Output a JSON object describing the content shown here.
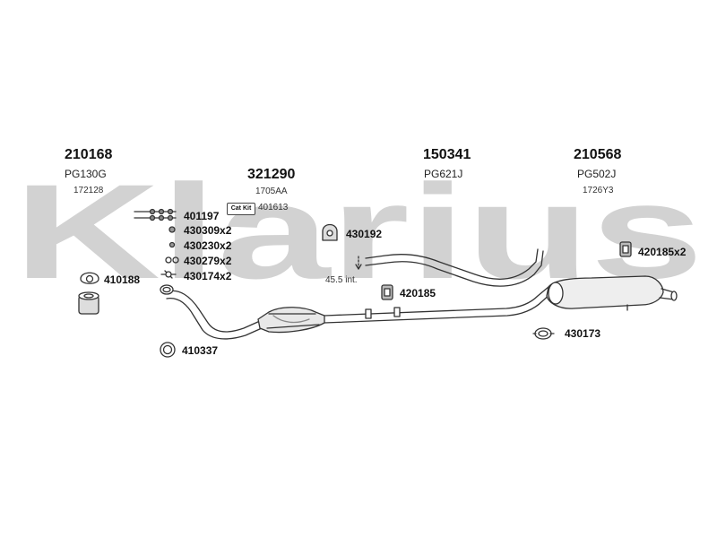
{
  "watermark": {
    "text": "Klarius",
    "color": "#cfcfcf"
  },
  "groups": [
    {
      "id": "front",
      "code": "210168",
      "sub1": "PG130G",
      "sub2": "172128"
    },
    {
      "id": "cat",
      "code": "321290",
      "sub1": "1705AA",
      "sub2": "401613"
    },
    {
      "id": "middle",
      "code": "150341",
      "sub1": "PG621J"
    },
    {
      "id": "rear",
      "code": "210568",
      "sub1": "PG502J",
      "sub2": "1726Y3"
    }
  ],
  "catkit_label": "Cat Kit",
  "parts": {
    "p401197": "401197",
    "p430309": "430309x2",
    "p430230": "430230x2",
    "p430279": "430279x2",
    "p430174": "430174x2",
    "p410188": "410188",
    "p410337": "410337",
    "p430192": "430192",
    "p420185": "420185",
    "p420185x2": "420185x2",
    "p430173": "430173"
  },
  "length_note": "45.5 int.",
  "colors": {
    "line": "#333333",
    "fill": "#f2f2f2",
    "shade": "#bdbdbd"
  }
}
